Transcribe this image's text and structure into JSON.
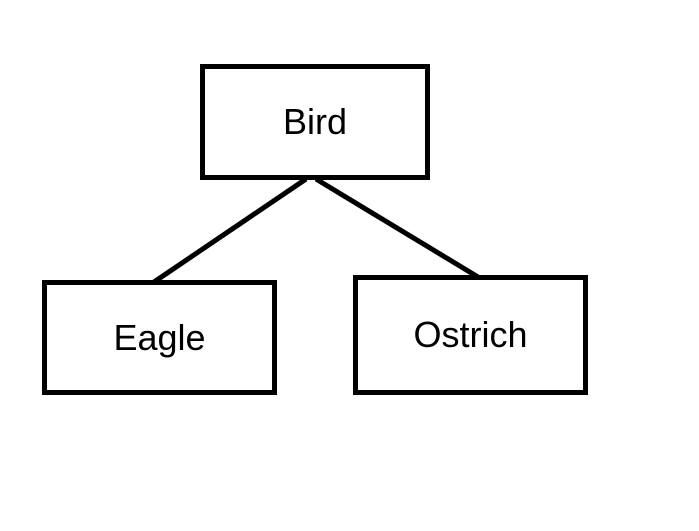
{
  "diagram": {
    "background_color": "#ffffff",
    "stroke_color": "#000000",
    "text_color": "#000000",
    "nodes": [
      {
        "id": "bird",
        "label": "Bird"
      },
      {
        "id": "eagle",
        "label": "Eagle"
      },
      {
        "id": "ostrich",
        "label": "Ostrich"
      }
    ],
    "edges": [
      {
        "from": "bird",
        "to": "eagle"
      },
      {
        "from": "bird",
        "to": "ostrich"
      }
    ]
  }
}
